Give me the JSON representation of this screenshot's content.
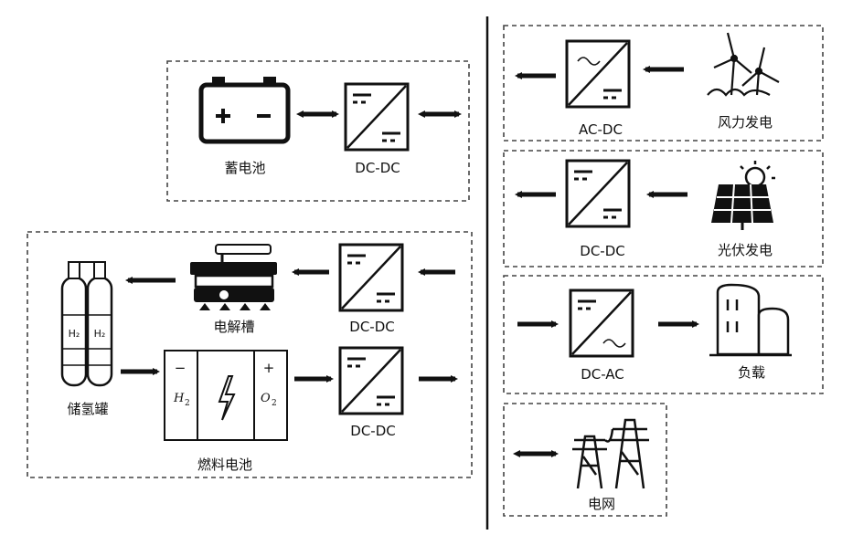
{
  "labels": {
    "battery": "蓄电池",
    "battery_dcdc": "DC-DC",
    "wind_conv": "AC-DC",
    "wind": "风力发电",
    "pv_conv": "DC-DC",
    "pv": "光伏发电",
    "electrolyzer": "电解槽",
    "electrolyzer_dcdc": "DC-DC",
    "h2_storage": "储氢罐",
    "fuel_cell": "燃料电池",
    "fc_dcdc": "DC-DC",
    "load_conv": "DC-AC",
    "load": "负载",
    "grid": "电网"
  },
  "fuel_cell_marks": {
    "minus": "−",
    "plus": "+",
    "h2": "H",
    "h2_sub": "2",
    "o2": "O",
    "o2_sub": "2"
  },
  "tank_marks": {
    "left": "H₂",
    "right": "H₂"
  },
  "icons": {
    "converter": "converter-icon",
    "battery": "battery-icon",
    "wind": "wind-turbine-icon",
    "pv": "solar-panel-icon",
    "electrolyzer": "electrolyzer-icon",
    "tank": "hydrogen-tank-icon",
    "fuel_cell": "fuel-cell-icon",
    "load": "building-icon",
    "grid": "transmission-tower-icon"
  },
  "colors": {
    "line": "#111111",
    "dash": "#444444",
    "background": "#ffffff"
  }
}
